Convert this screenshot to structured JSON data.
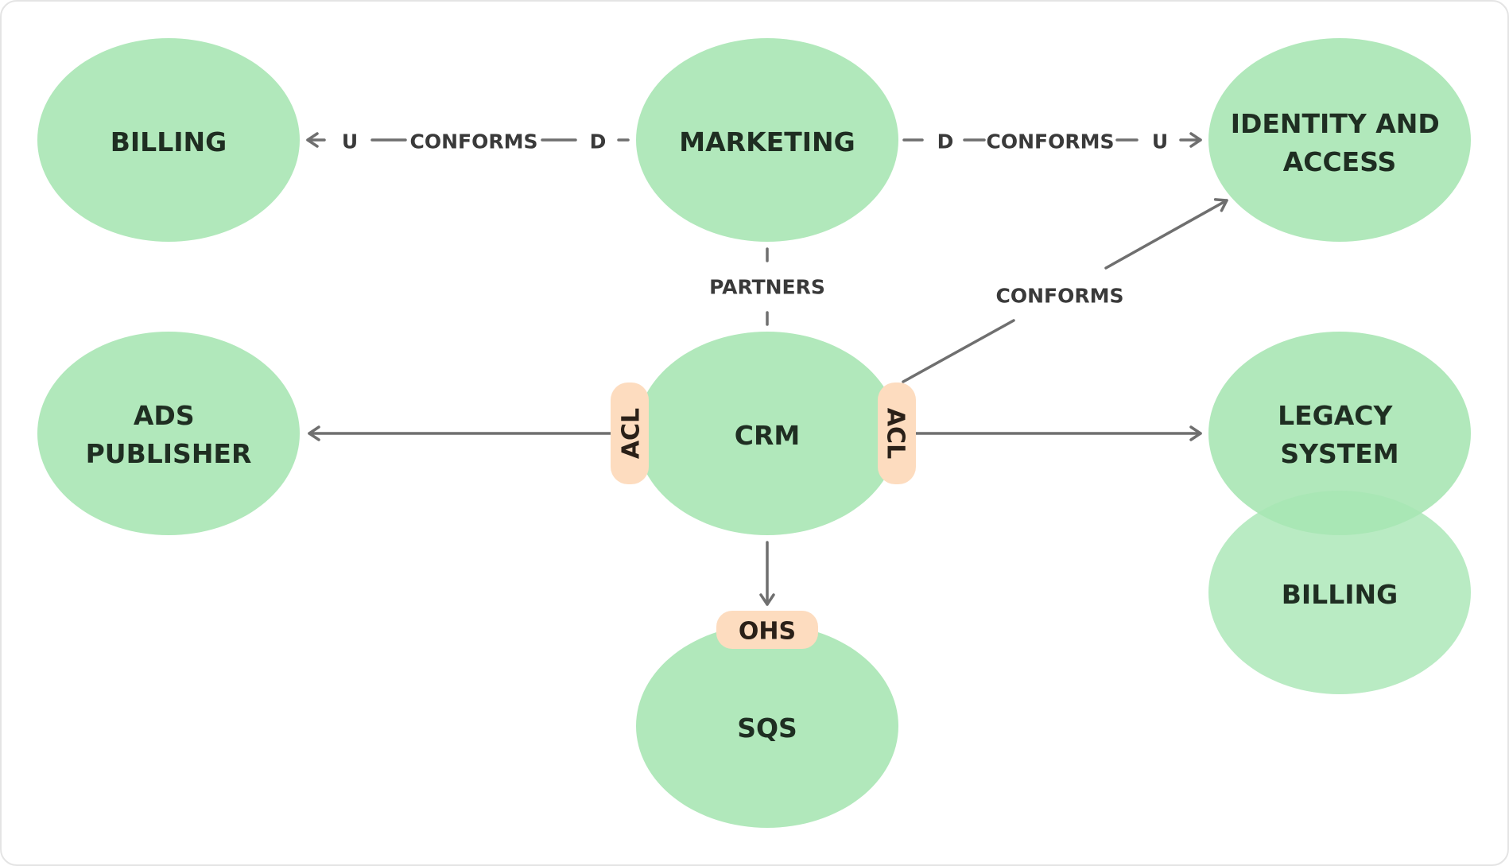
{
  "nodes": {
    "billing_top": {
      "lines": [
        "BILLING"
      ]
    },
    "marketing": {
      "lines": [
        "MARKETING"
      ]
    },
    "identity": {
      "lines": [
        "IDENTITY AND",
        "ACCESS"
      ]
    },
    "ads": {
      "lines": [
        "ADS",
        "PUBLISHER"
      ]
    },
    "crm": {
      "lines": [
        "CRM"
      ]
    },
    "legacy": {
      "lines": [
        "LEGACY",
        "SYSTEM"
      ]
    },
    "billing_bottom": {
      "lines": [
        "BILLING"
      ]
    },
    "sqs": {
      "lines": [
        "SQS"
      ]
    }
  },
  "labels": {
    "u_left": "U",
    "conforms_left": "CONFORMS",
    "d_left": "D",
    "d_right": "D",
    "conforms_right": "CONFORMS",
    "u_right": "U",
    "partners": "PARTNERS",
    "conforms_diag": "CONFORMS"
  },
  "tags": {
    "acl_left": "ACL",
    "acl_right": "ACL",
    "ohs": "OHS"
  },
  "colors": {
    "node_fill": "#a8e6b4",
    "tag_fill": "#fddcbf",
    "edge": "#6f6f6f",
    "text": "#1f2e22"
  }
}
